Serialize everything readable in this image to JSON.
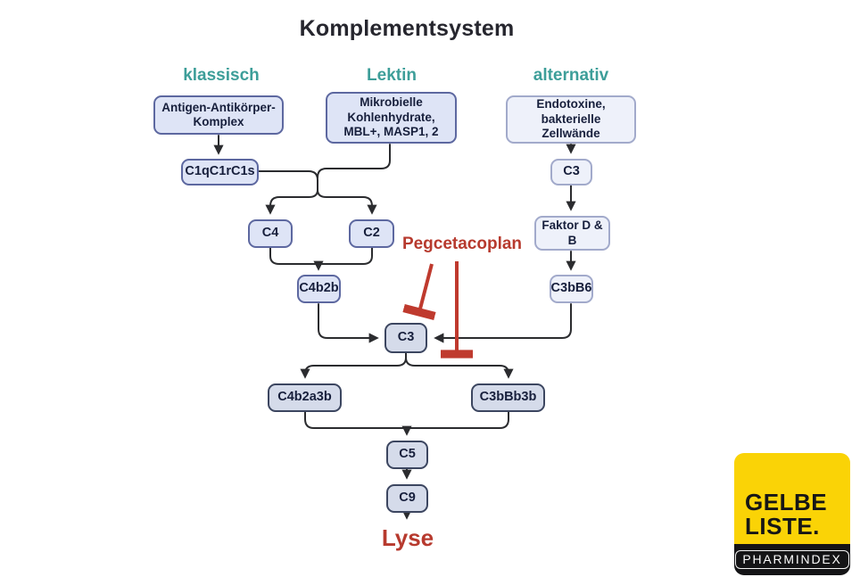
{
  "title": "Komplementsystem",
  "pathways": {
    "klassisch": "klassisch",
    "lektin": "Lektin",
    "alternativ": "alternativ"
  },
  "nodes": {
    "antigen": "Antigen-Antikörper-\nKomplex",
    "mikrobielle": "Mikrobielle\nKohlenhydrate,\nMBL+, MASP1, 2",
    "endotoxine": "Endotoxine,\nbakterielle\nZellwände",
    "c1q": "C1qC1rC1s",
    "c3_alternativ": "C3",
    "c4": "C4",
    "c2": "C2",
    "faktor_db": "Faktor D &\nB",
    "c4b2b": "C4b2b",
    "c3bb6": "C3bB6",
    "c3_central": "C3",
    "c4b2a3b": "C4b2a3b",
    "c3bbb3b": "C3bBb3b",
    "c5": "C5",
    "c9": "C9"
  },
  "annotations": {
    "inhibitor": "Pegcetacoplan",
    "outcome": "Lyse"
  },
  "colors": {
    "pathway_teal": "#3d9e99",
    "annotation_red": "#b73a2e",
    "node_fill_blue": "#dee4f6",
    "node_border_blue": "#5d68a0",
    "node_fill_light": "#eef1fa",
    "node_border_light": "#a2aacb",
    "node_fill_gray": "#d5dbea",
    "node_border_dark": "#3c4660",
    "line_black": "#2b2c2f",
    "logo_yellow": "#fad306",
    "logo_black": "#141416"
  },
  "logo": {
    "line1": "GELBE",
    "line2": "LISTE.",
    "sub": "PHARMINDEX"
  }
}
